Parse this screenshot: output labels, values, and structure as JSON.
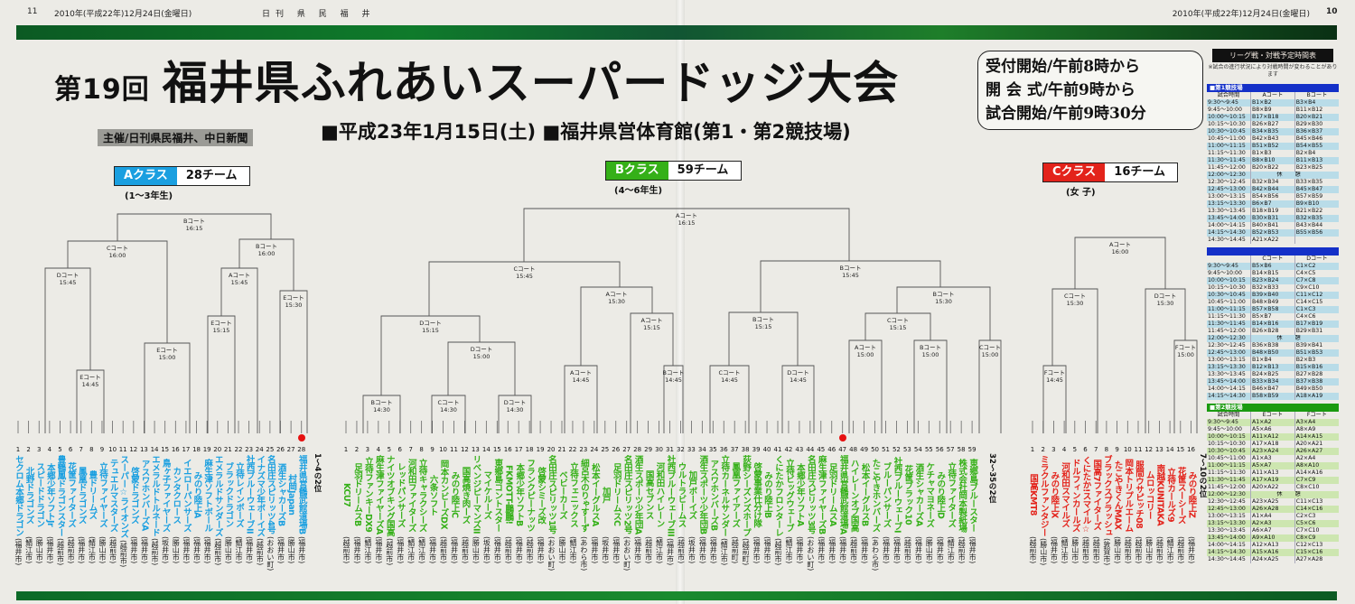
{
  "masthead": {
    "left_page": "11",
    "left_date": "2010年(平成22年)12月24日(金曜日)",
    "paper": "日刊 県 民 福 井",
    "right_date": "2010年(平成22年)12月24日(金曜日)",
    "right_page": "10"
  },
  "title": {
    "edition": "第19回",
    "name": "福井県ふれあいスーパードッジ大会"
  },
  "sponsor": "主催/日刊県民福井、中日新聞",
  "event_line": "■平成23年1月15日(土) ■福井県営体育館(第1・第2競技場)",
  "info": [
    "受付開始/午前8時から",
    "開 会 式/午前9時から",
    "試合開始/午前9時30分"
  ],
  "colors": {
    "A": "#1a9fe0",
    "B": "#35b018",
    "C": "#e3231b",
    "dot": "#e61010"
  },
  "classes": {
    "A": {
      "label": "Aクラス",
      "count": "28チーム",
      "sub": "(1〜3年生)",
      "nodes": [
        {
          "court": "Bコート",
          "time": "16:15"
        },
        {
          "court": "Cコート",
          "time": "16:00"
        },
        {
          "court": "Bコート",
          "time": "16:00"
        },
        {
          "court": "Dコート",
          "time": "15:45"
        },
        {
          "court": "Eコート",
          "time": "14:45"
        },
        {
          "court": "Eコート",
          "time": "15:00"
        },
        {
          "court": "Aコート",
          "time": "15:45"
        },
        {
          "court": "Eコート",
          "time": "15:15"
        },
        {
          "court": "Eコート",
          "time": "15:30"
        }
      ],
      "extra": "1〜4の2位",
      "teams": [
        {
          "name": "セクロム本郷ドラゴン",
          "city": "(福井市)"
        },
        {
          "name": "北野ドラゴンズ",
          "city": "(鯖江市)"
        },
        {
          "name": "スピードドラゴン",
          "city": "(勝山市)"
        },
        {
          "name": "本郷少年ソフトJr",
          "city": "(福井市)"
        },
        {
          "name": "豊鶴鳳ドラゴンスター",
          "city": "(越前市)"
        },
        {
          "name": "花筐ファイターズ",
          "city": "(越前市)"
        },
        {
          "name": "鳳凰ドラゴンズ",
          "city": "(福井市)"
        },
        {
          "name": "豊ドリームズ",
          "city": "(鯖江市)"
        },
        {
          "name": "立待ファイヤーズ",
          "city": "(勝山市)"
        },
        {
          "name": "テュエルマスターズ",
          "city": "(越前市)"
        },
        {
          "name": "スーパー☆ライオンズ",
          "city": "(越前市)"
        },
        {
          "name": "啓蒙ドラゴンズ",
          "city": "(福井市)"
        },
        {
          "name": "アスワホンバーズA",
          "city": "(福井市)"
        },
        {
          "name": "エメラルドトルネード",
          "city": "(越前市)"
        },
        {
          "name": "鳥ヶ子ファイヤーズ",
          "city": "(坂井市)"
        },
        {
          "name": "カンタクロース",
          "city": "(勝山市)"
        },
        {
          "name": "イエローパンサーズ",
          "city": "(福井市)"
        },
        {
          "name": "みのり陸上A",
          "city": "(福井市)"
        },
        {
          "name": "麻生津ソフトボール",
          "city": "(福井市)"
        },
        {
          "name": "エメラルドサンダーズ",
          "city": "(越前市)"
        },
        {
          "name": "ブラックドラゴン",
          "city": "(勝山市)"
        },
        {
          "name": "立待レインボーズ",
          "city": "(鯖江市)"
        },
        {
          "name": "社西ブルーウェーブII",
          "city": "(福井市)"
        },
        {
          "name": "イナズマ少年ボーイズ",
          "city": "(越前市)"
        },
        {
          "name": "名田庄スピリッツ4号",
          "city": "(おおい町)"
        },
        {
          "name": "酒生シャカーズB",
          "city": "(福井市)"
        },
        {
          "name": "村岡Japan",
          "city": "(勝山市)"
        },
        {
          "name": "福井県営鶴武館道場B",
          "city": "(福井市)",
          "highlight": true
        }
      ]
    },
    "B": {
      "label": "Bクラス",
      "count": "59チーム",
      "sub": "(4〜6年生)",
      "nodes": [
        {
          "court": "Aコート",
          "time": "16:15"
        },
        {
          "court": "Cコート",
          "time": "15:45"
        },
        {
          "court": "Bコート",
          "time": "15:45"
        },
        {
          "court": "Dコート",
          "time": "15:15"
        },
        {
          "court": "Aコート",
          "time": "15:30"
        },
        {
          "court": "Dコート",
          "time": "15:00"
        },
        {
          "court": "Aコート",
          "time": "15:15"
        },
        {
          "court": "Bコート",
          "time": "14:30"
        },
        {
          "court": "Cコート",
          "time": "14:30"
        },
        {
          "court": "Dコート",
          "time": "14:30"
        },
        {
          "court": "Aコート",
          "time": "14:45"
        },
        {
          "court": "Bコート",
          "time": "14:45"
        },
        {
          "court": "Bコート",
          "time": "15:15"
        },
        {
          "court": "Bコート",
          "time": "15:30"
        },
        {
          "court": "Cコート",
          "time": "15:15"
        },
        {
          "court": "Cコート",
          "time": "14:45"
        },
        {
          "court": "Dコート",
          "time": "14:45"
        },
        {
          "court": "Aコート",
          "time": "15:00"
        },
        {
          "court": "Bコート",
          "time": "15:00"
        },
        {
          "court": "Cコート",
          "time": "15:00"
        }
      ],
      "extra": "32〜35の2位",
      "teams": [
        {
          "name": "KCU7",
          "city": "(越前市)"
        },
        {
          "name": "足羽ドリームスB",
          "city": "(福井市)"
        },
        {
          "name": "立待ファンキーDX9",
          "city": "(鯖江市)"
        },
        {
          "name": "麻生津ファイヤーズA",
          "city": "(福井市)"
        },
        {
          "name": "ナイツオブキング国高",
          "city": "(越前市)"
        },
        {
          "name": "レッドパンサーズ",
          "city": "(福井市)"
        },
        {
          "name": "河和田ファイターズ",
          "city": "(鯖江市)"
        },
        {
          "name": "立待キャラクシーズ",
          "city": "(鯖江市)"
        },
        {
          "name": "六条ソフト",
          "city": "(福井市)"
        },
        {
          "name": "岡本カンビーズDX",
          "city": "(越前市)"
        },
        {
          "name": "みのり陸上C",
          "city": "(福井市)"
        },
        {
          "name": "国高焼き肉ーズ",
          "city": "(越前市)"
        },
        {
          "name": "リベンジピーマンズII",
          "city": "(勝山市)"
        },
        {
          "name": "マイケルーズ",
          "city": "(坂井市)"
        },
        {
          "name": "東郷島コントスター",
          "city": "(福井市)"
        },
        {
          "name": "FKMOTT-鵬鵬!",
          "city": "(越前市)"
        },
        {
          "name": "本郷少年ソフトB",
          "city": "(福井市)"
        },
        {
          "name": "フランクピーナッツ",
          "city": "(越前市)"
        },
        {
          "name": "啓蒙シミーズ改",
          "city": "(福井市)"
        },
        {
          "name": "名田庄スピリッツ1号",
          "city": "(おおい町)"
        },
        {
          "name": "ベビーカーズ",
          "city": "(勝山市)"
        },
        {
          "name": "立待フェニックス",
          "city": "(鯖江市)"
        },
        {
          "name": "細呂木のりゃすーず",
          "city": "(あわら市)"
        },
        {
          "name": "松本イーグルスA",
          "city": "(福井市)"
        },
        {
          "name": "加戸",
          "city": "(坂井市)"
        },
        {
          "name": "足羽ドリームスC",
          "city": "(福井市)"
        },
        {
          "name": "名田庄スピリッツ2号",
          "city": "(おおい町)"
        },
        {
          "name": "酒生スポーツ少年団A",
          "city": "(福井市)"
        },
        {
          "name": "国高セブンス",
          "city": "(越前市)"
        },
        {
          "name": "河和田ハイレーン",
          "city": "(鯖江市)"
        },
        {
          "name": "社西ブルーウェーブIII",
          "city": "(福井市)"
        },
        {
          "name": "ウルトラビームス",
          "city": "(越前市)"
        },
        {
          "name": "加戸ボーイズ",
          "city": "(坂井市)"
        },
        {
          "name": "酒生スポーツ少年団B",
          "city": "(福井市)"
        },
        {
          "name": "アスワホンバーズB",
          "city": "(福井市)"
        },
        {
          "name": "立待カーネルサンダー",
          "city": "(鯖江市)"
        },
        {
          "name": "鳳凰ファイアーズ",
          "city": "(越前町)"
        },
        {
          "name": "荻野シーズンズホープ",
          "city": "(越前町)"
        },
        {
          "name": "啓蒙事業仕分け隊",
          "city": "(福井市)"
        },
        {
          "name": "みのり陸上B",
          "city": "(福井市)"
        },
        {
          "name": "くにたかフロンターレ",
          "city": "(越前市)"
        },
        {
          "name": "立待ビッグウェーブ",
          "city": "(鯖江市)"
        },
        {
          "name": "本郷少年ソフトA",
          "city": "(福井市)"
        },
        {
          "name": "名田庄スピリッツ3号",
          "city": "(おおい町)"
        },
        {
          "name": "麻生津ファイヤーズB",
          "city": "(福井市)"
        },
        {
          "name": "足羽ドリームスA",
          "city": "(福井市)"
        },
        {
          "name": "福井県営鶴武館道場A",
          "city": "(福井市)",
          "highlight": true
        },
        {
          "name": "ハイレーンオブ国高",
          "city": "(越前市)"
        },
        {
          "name": "松本イーグルスB",
          "city": "(福井市)"
        },
        {
          "name": "たこやきホンバーズ",
          "city": "(あわら市)"
        },
        {
          "name": "ブルーパンサーズ",
          "city": "(福井市)"
        },
        {
          "name": "社西ブルーウェーブI",
          "city": "(福井市)"
        },
        {
          "name": "花筐ブラック10",
          "city": "(越前市)"
        },
        {
          "name": "酒生シャカーズA",
          "city": "(福井市)"
        },
        {
          "name": "ケチャマヨネーズ",
          "city": "(勝山市)"
        },
        {
          "name": "みのり陸上D",
          "city": "(福井市)"
        },
        {
          "name": "立待ファイターズ",
          "city": "(鯖江市)"
        },
        {
          "name": "株式会社岡本製紙場",
          "city": "(越前市)"
        },
        {
          "name": "東郷島ブルースター",
          "city": "(福井市)"
        }
      ]
    },
    "C": {
      "label": "Cクラス",
      "count": "16チーム",
      "sub": "(女 子)",
      "nodes": [
        {
          "court": "Aコート",
          "time": "16:00"
        },
        {
          "court": "Cコート",
          "time": "15:30"
        },
        {
          "court": "Dコート",
          "time": "15:30"
        },
        {
          "court": "Fコート",
          "time": "14:45"
        },
        {
          "court": "Fコート",
          "time": "15:00"
        }
      ],
      "extra": "7〜10の2位",
      "teams": [
        {
          "name": "国高KMT8",
          "city": "(越前市)"
        },
        {
          "name": "ミラクルファンタジー",
          "city": "(勝山市)"
        },
        {
          "name": "みのり陸上X",
          "city": "(福井市)"
        },
        {
          "name": "河和田スマイルズ",
          "city": "(鯖江市)"
        },
        {
          "name": "ドルフィンカールズ",
          "city": "(勝山市)"
        },
        {
          "name": "くにたか!スマイル☆",
          "city": "(越前市)"
        },
        {
          "name": "国高7ファイターズ",
          "city": "(越前市)"
        },
        {
          "name": "ブラックスプラッシュ",
          "city": "(敦賀市)"
        },
        {
          "name": "たこやきくんMAX",
          "city": "(勝山市)"
        },
        {
          "name": "岡本トリプルエーム",
          "city": "(越前市)"
        },
        {
          "name": "服間ウサピッチ08",
          "city": "(越前市)"
        },
        {
          "name": "ムロッコリー",
          "city": "(勝山市)"
        },
        {
          "name": "南越KUNITAKA",
          "city": "(越前市)"
        },
        {
          "name": "立待カールズ9",
          "city": "(鯖江市)"
        },
        {
          "name": "花筐スーシーズ",
          "city": "(越前市)"
        },
        {
          "name": "みのり陸上Z",
          "city": "(福井市)"
        }
      ]
    }
  },
  "schedule": {
    "title": "リーグ戦・対戦予定時間表",
    "note": "※試合の進行状況により対戦時間が変わることがあります",
    "rest": "休憩",
    "tables": [
      {
        "section": "第1競技場",
        "color": "#1430c8",
        "cols": [
          "試合時間",
          "Aコート",
          "Bコート"
        ],
        "rows": [
          [
            "9:30〜9:45",
            "B1×B2",
            "B3×B4"
          ],
          [
            "9:45〜10:00",
            "B8×B9",
            "B11×B12"
          ],
          [
            "10:00〜10:15",
            "B17×B18",
            "B20×B21"
          ],
          [
            "10:15〜10:30",
            "B26×B27",
            "B29×B30"
          ],
          [
            "10:30〜10:45",
            "B34×B35",
            "B36×B37"
          ],
          [
            "10:45〜11:00",
            "B42×B43",
            "B45×B46"
          ],
          [
            "11:00〜11:15",
            "B51×B52",
            "B54×B55"
          ],
          [
            "11:15〜11:30",
            "B1×B3",
            "B2×B4"
          ],
          [
            "11:30〜11:45",
            "B8×B10",
            "B11×B13"
          ],
          [
            "11:45〜12:00",
            "B20×B22",
            "B23×B25"
          ],
          [
            "12:00〜12:30"
          ],
          [
            "12:30〜12:45",
            "B32×B34",
            "B33×B35"
          ],
          [
            "12:45〜13:00",
            "B42×B44",
            "B45×B47"
          ],
          [
            "13:00〜13:15",
            "B54×B56",
            "B57×B59"
          ],
          [
            "13:15〜13:30",
            "B6×B7",
            "B9×B10"
          ],
          [
            "13:30〜13:45",
            "B18×B19",
            "B21×B22"
          ],
          [
            "13:45〜14:00",
            "B30×B31",
            "B32×B35"
          ],
          [
            "14:00〜14:15",
            "B40×B41",
            "B43×B44"
          ],
          [
            "14:15〜14:30",
            "B52×B53",
            "B55×B56"
          ],
          [
            "14:30〜14:45",
            "A21×A22",
            ""
          ]
        ]
      },
      {
        "section": "",
        "color": "#1430c8",
        "cols": [
          "",
          "Cコート",
          "Dコート"
        ],
        "rows": [
          [
            "9:30〜9:45",
            "B5×B6",
            "C1×C2"
          ],
          [
            "9:45〜10:00",
            "B14×B15",
            "C4×C5"
          ],
          [
            "10:00〜10:15",
            "B23×B24",
            "C7×C8"
          ],
          [
            "10:15〜10:30",
            "B32×B33",
            "C9×C10"
          ],
          [
            "10:30〜10:45",
            "B39×B40",
            "C11×C12"
          ],
          [
            "10:45〜11:00",
            "B48×B49",
            "C14×C15"
          ],
          [
            "11:00〜11:15",
            "B57×B58",
            "C1×C3"
          ],
          [
            "11:15〜11:30",
            "B5×B7",
            "C4×C6"
          ],
          [
            "11:30〜11:45",
            "B14×B16",
            "B17×B19"
          ],
          [
            "11:45〜12:00",
            "B26×B28",
            "B29×B31"
          ],
          [
            "12:00〜12:30"
          ],
          [
            "12:30〜12:45",
            "B36×B38",
            "B39×B41"
          ],
          [
            "12:45〜13:00",
            "B48×B50",
            "B51×B53"
          ],
          [
            "13:00〜13:15",
            "B1×B4",
            "B2×B3"
          ],
          [
            "13:15〜13:30",
            "B12×B13",
            "B15×B16"
          ],
          [
            "13:30〜13:45",
            "B24×B25",
            "B27×B28"
          ],
          [
            "13:45〜14:00",
            "B33×B34",
            "B37×B38"
          ],
          [
            "14:00〜14:15",
            "B46×B47",
            "B49×B50"
          ],
          [
            "14:15〜14:30",
            "B58×B59",
            "A18×A19"
          ]
        ]
      },
      {
        "section": "第2競技場",
        "color": "#1a9a10",
        "cols": [
          "試合時間",
          "Eコート",
          "Fコート"
        ],
        "rows": [
          [
            "9:30〜9:45",
            "A1×A2",
            "A3×A4"
          ],
          [
            "9:45〜10:00",
            "A5×A6",
            "A8×A9"
          ],
          [
            "10:00〜10:15",
            "A11×A12",
            "A14×A15"
          ],
          [
            "10:15〜10:30",
            "A17×A18",
            "A20×A21"
          ],
          [
            "10:30〜10:45",
            "A23×A24",
            "A26×A27"
          ],
          [
            "10:45〜11:00",
            "A1×A3",
            "A2×A4"
          ],
          [
            "11:00〜11:15",
            "A5×A7",
            "A8×A10"
          ],
          [
            "11:15〜11:30",
            "A11×A13",
            "A14×A16"
          ],
          [
            "11:30〜11:45",
            "A17×A19",
            "C7×C9"
          ],
          [
            "11:45〜12:00",
            "A20×A22",
            "C8×C10"
          ],
          [
            "12:00〜12:30"
          ],
          [
            "12:30〜12:45",
            "A23×A25",
            "C11×C13"
          ],
          [
            "12:45〜13:00",
            "A26×A28",
            "C14×C16"
          ],
          [
            "13:00〜13:15",
            "A1×A4",
            "C2×C3"
          ],
          [
            "13:15〜13:30",
            "A2×A3",
            "C5×C6"
          ],
          [
            "13:30〜13:45",
            "A6×A7",
            "C7×C10"
          ],
          [
            "13:45〜14:00",
            "A9×A10",
            "C8×C9"
          ],
          [
            "14:00〜14:15",
            "A12×A13",
            "C12×C13"
          ],
          [
            "14:15〜14:30",
            "A15×A16",
            "C15×C16"
          ],
          [
            "14:30〜14:45",
            "A24×A25",
            "A27×A28"
          ]
        ]
      }
    ]
  }
}
